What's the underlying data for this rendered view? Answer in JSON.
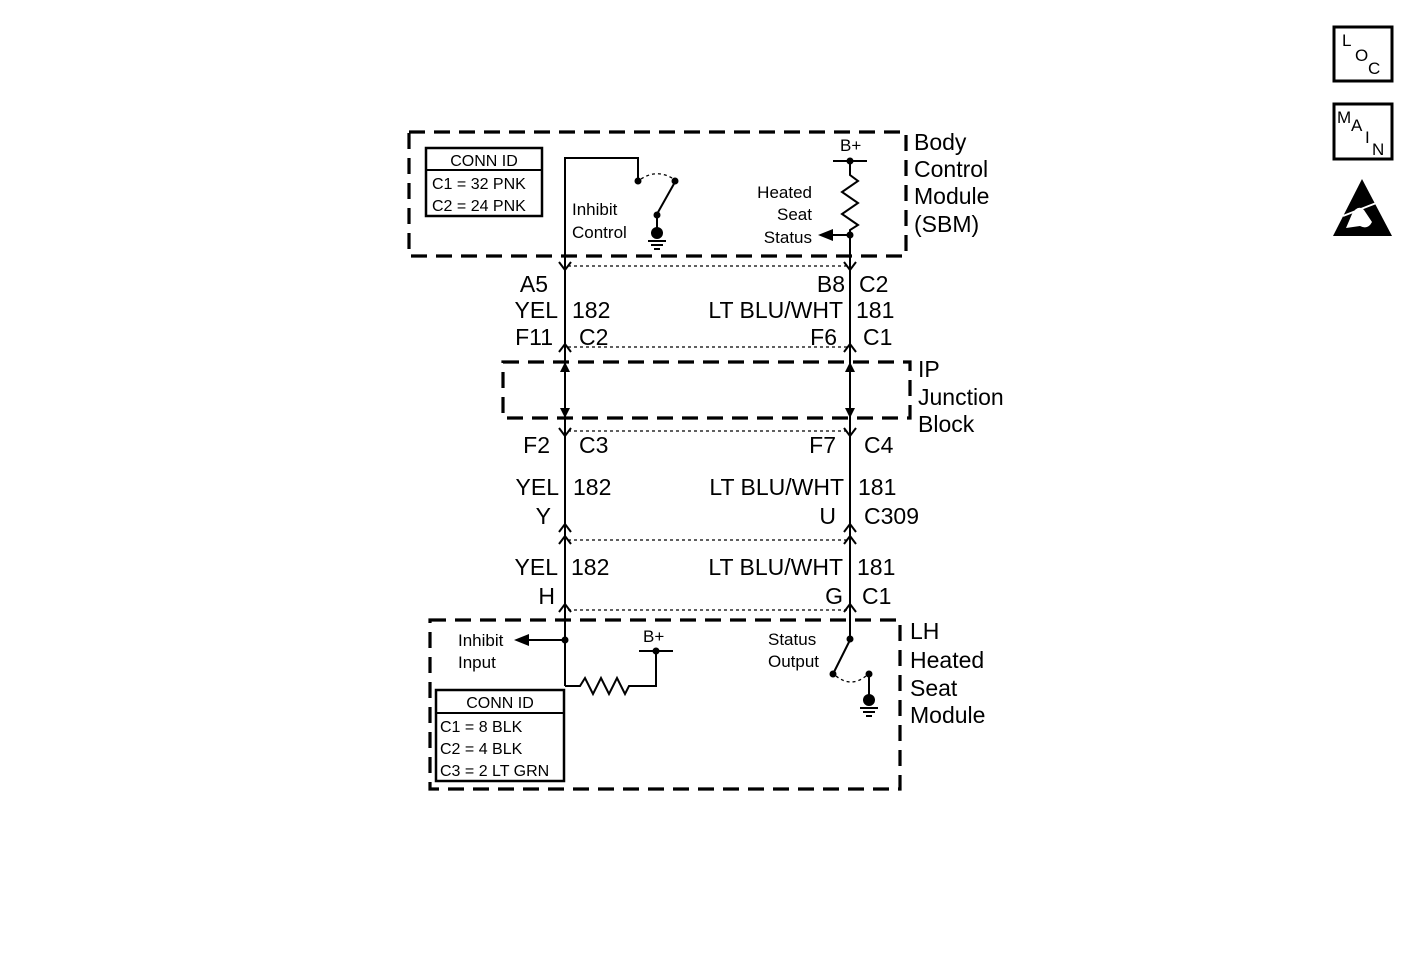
{
  "nav": {
    "loc": {
      "l1": "L",
      "l2": "O",
      "l3": "C"
    },
    "main": {
      "l1": "M",
      "l2": "A",
      "l3": "I",
      "l4": "N"
    },
    "esd_icon": "esd-warning-icon"
  },
  "bcm": {
    "name_lines": [
      "Body",
      "Control",
      "Module",
      "(SBM)"
    ],
    "conn_id": {
      "title": "CONN ID",
      "rows": [
        "C1 = 32 PNK",
        "C2 = 24 PNK"
      ]
    },
    "inhibit_lines": [
      "Inhibit",
      "Control"
    ],
    "status_lines": [
      "Heated",
      "Seat",
      "Status"
    ],
    "bplus": "B+"
  },
  "ipjb": {
    "name_lines": [
      "IP",
      "Junction",
      "Block"
    ]
  },
  "lhm": {
    "name_lines": [
      "LH",
      "Heated",
      "Seat",
      "Module"
    ],
    "conn_id": {
      "title": "CONN ID",
      "rows": [
        "C1 = 8 BLK",
        "C2 = 4 BLK",
        "C3 = 2 LT GRN"
      ]
    },
    "inhibit_lines": [
      "Inhibit",
      "Input"
    ],
    "status_lines": [
      "Status",
      "Output"
    ],
    "bplus": "B+"
  },
  "left_wire": {
    "seg1": {
      "pin_top": "A5",
      "color": "YEL",
      "circuit": "182",
      "pin_bot": "F11",
      "conn_bot": "C2"
    },
    "seg2": {
      "pin_top": "F2",
      "conn_top": "C3",
      "color": "YEL",
      "circuit": "182",
      "pin_bot": "Y"
    },
    "seg3": {
      "color": "YEL",
      "circuit": "182",
      "pin_bot": "H"
    }
  },
  "right_wire": {
    "seg1": {
      "pin_top": "B8",
      "conn_top": "C2",
      "color": "LT BLU/WHT",
      "circuit": "181",
      "pin_bot": "F6",
      "conn_bot": "C1"
    },
    "seg2": {
      "pin_top": "F7",
      "conn_top": "C4",
      "color": "LT BLU/WHT",
      "circuit": "181",
      "pin_bot": "U",
      "conn_bot": "C309"
    },
    "seg3": {
      "color": "LT BLU/WHT",
      "circuit": "181",
      "pin_bot": "G",
      "conn_bot": "C1"
    }
  }
}
